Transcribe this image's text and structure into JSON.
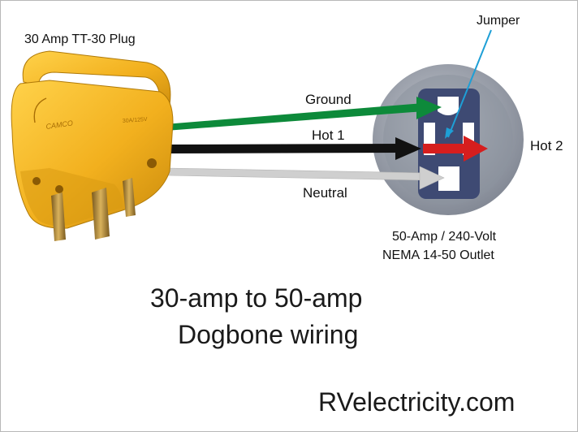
{
  "labels": {
    "plug": "30 Amp TT-30 Plug",
    "jumper": "Jumper",
    "ground": "Ground",
    "hot1": "Hot 1",
    "neutral": "Neutral",
    "hot2": "Hot 2",
    "outlet_line1": "50-Amp / 240-Volt",
    "outlet_line2": "NEMA 14-50 Outlet"
  },
  "title": {
    "line1": "30-amp to 50-amp",
    "line2": "Dogbone wiring"
  },
  "footer": {
    "website": "RVelectricity.com"
  },
  "plug_markings": {
    "brand": "CAMCO",
    "rating": "30A/125V"
  },
  "colors": {
    "ground_wire": "#0d8a3a",
    "hot1_wire": "#111111",
    "neutral_wire": "#cfcfcf",
    "jumper_wire": "#d61e1e",
    "jumper_pointer": "#1e9fd6",
    "plug_body": "#f2b01e",
    "outlet_ring": "#9aa0aa",
    "outlet_face": "#3e4a73"
  }
}
